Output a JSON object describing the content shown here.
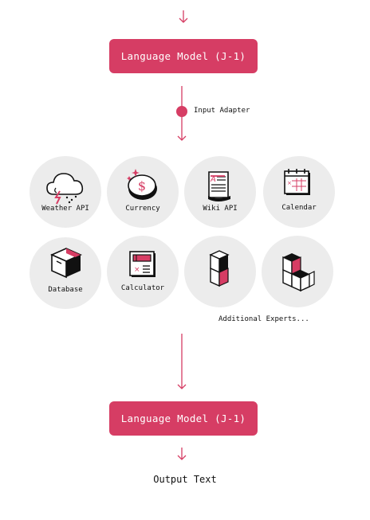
{
  "colors": {
    "accent": "#d63d64",
    "circle_bg": "#ececec",
    "ink": "#111111"
  },
  "model_top": {
    "label": "Language Model (J-1)"
  },
  "adapter": {
    "label": "Input Adapter"
  },
  "experts": [
    {
      "label": "Weather API",
      "icon": "cloud-lightning-icon"
    },
    {
      "label": "Currency",
      "icon": "coin-icon"
    },
    {
      "label": "Wiki API",
      "icon": "document-icon"
    },
    {
      "label": "Calendar",
      "icon": "calendar-icon"
    },
    {
      "label": "Database",
      "icon": "database-box-icon"
    },
    {
      "label": "Calculator",
      "icon": "calculator-icon"
    },
    {
      "label": "",
      "icon": "stacked-cubes-icon"
    },
    {
      "label": "",
      "icon": "three-cubes-icon"
    }
  ],
  "more": {
    "label": "Additional Experts..."
  },
  "model_bottom": {
    "label": "Language Model (J-1)"
  },
  "output": {
    "label": "Output Text"
  }
}
